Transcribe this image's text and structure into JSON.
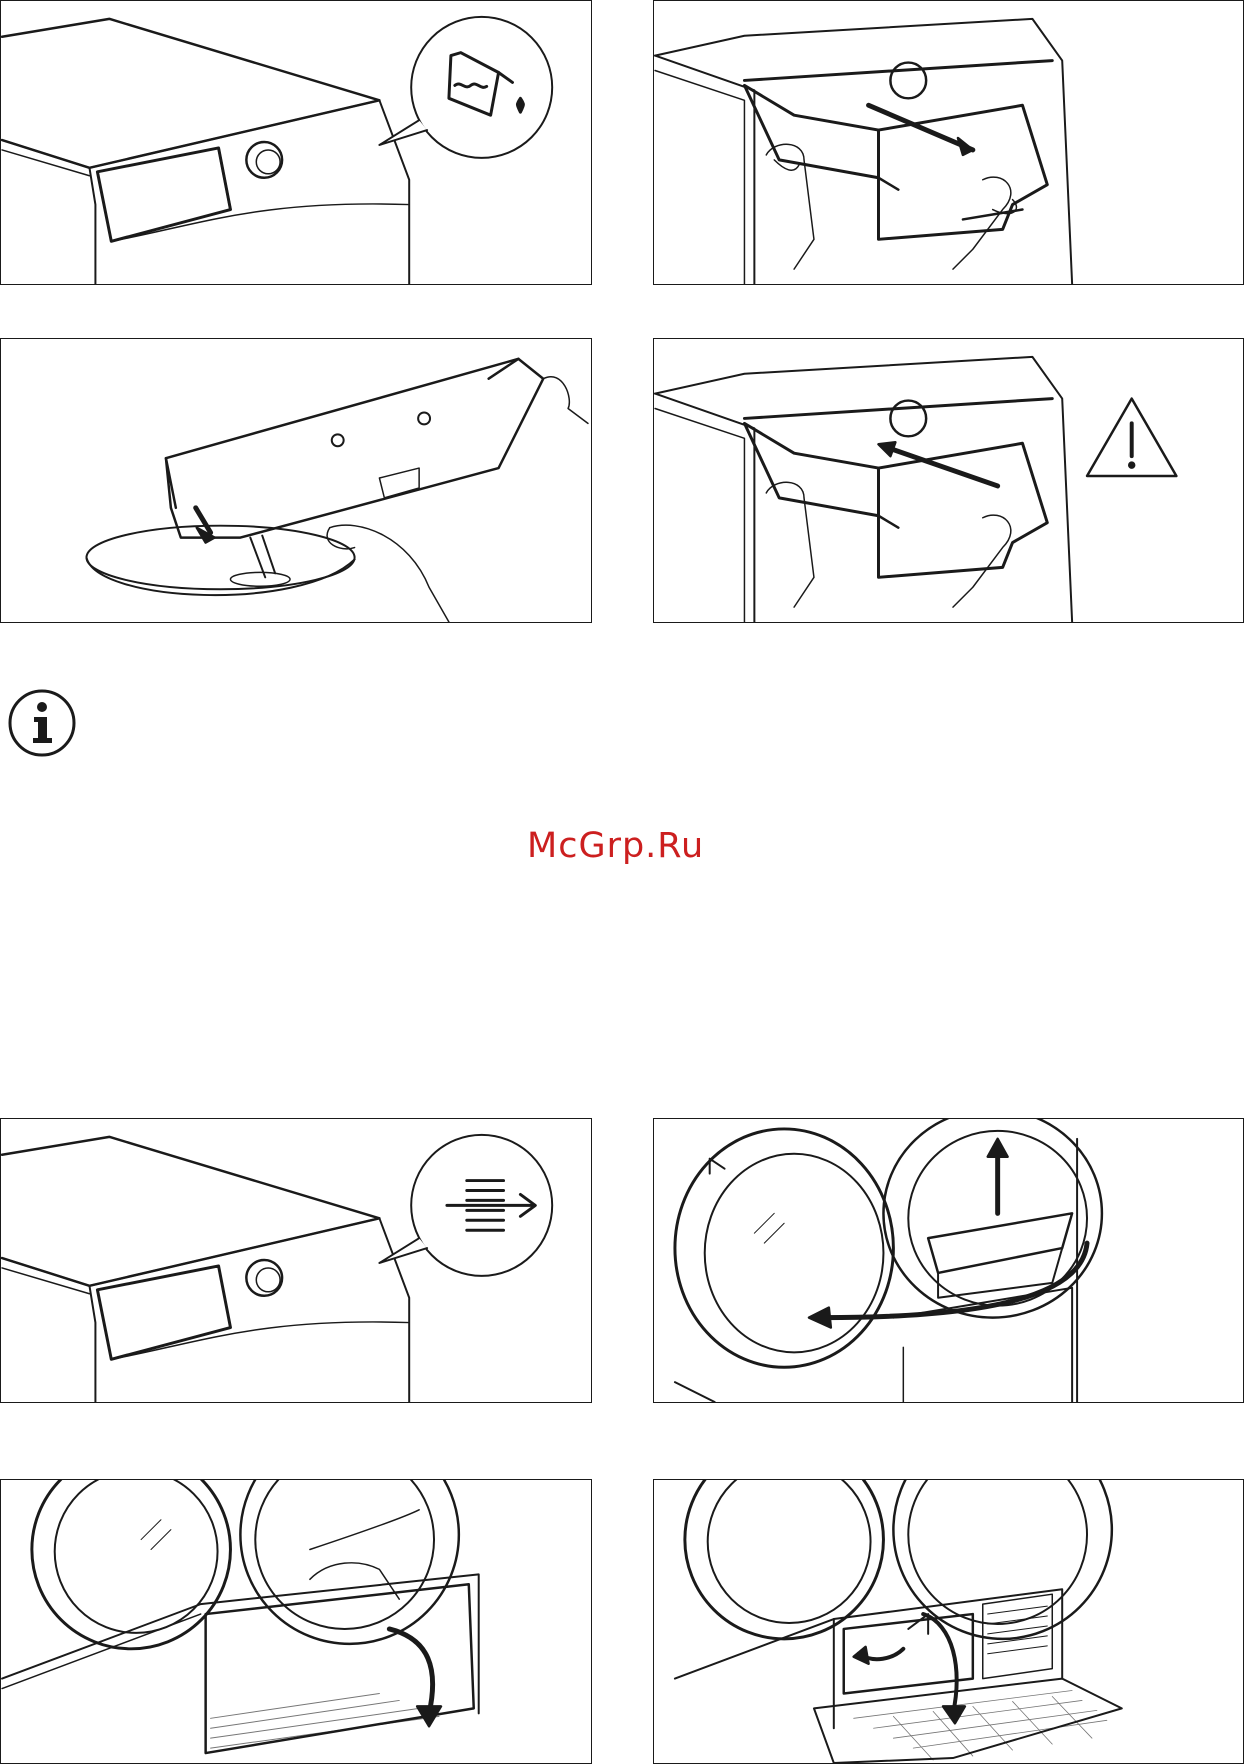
{
  "watermark": {
    "text": "McGrp.Ru"
  },
  "panels": [
    {
      "id": "p1",
      "name": "dryer-top-water-container-symbol"
    },
    {
      "id": "p2",
      "name": "pull-out-water-container"
    },
    {
      "id": "p3",
      "name": "empty-water-container-into-sink"
    },
    {
      "id": "p4",
      "name": "push-in-water-container-warning"
    },
    {
      "id": "p5",
      "name": "dryer-top-condenser-symbol"
    },
    {
      "id": "p6",
      "name": "open-door-remove-filter"
    },
    {
      "id": "p7",
      "name": "open-condenser-cover"
    },
    {
      "id": "p8",
      "name": "unlock-condenser-levers"
    }
  ],
  "icons": [
    "water-container-icon",
    "warning-triangle-icon",
    "condenser-icon",
    "info-icon"
  ]
}
